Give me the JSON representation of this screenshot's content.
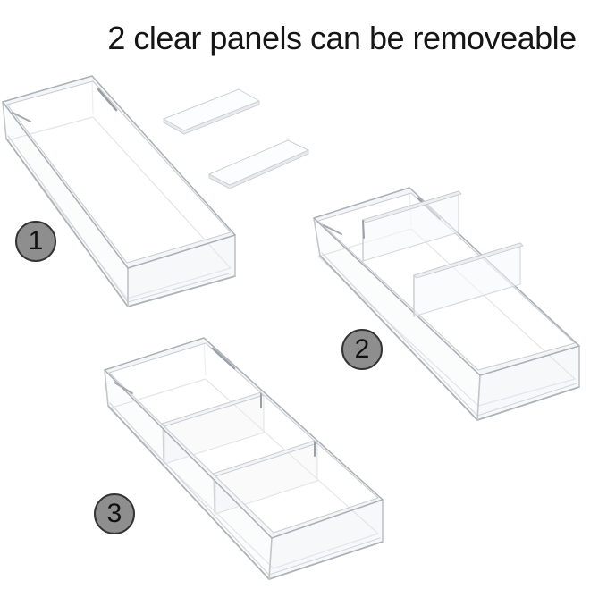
{
  "title": {
    "text": "2 clear panels can be removeable"
  },
  "badges": [
    {
      "label": "1"
    },
    {
      "label": "2"
    },
    {
      "label": "3"
    }
  ],
  "illustration": {
    "step1_name": "empty acrylic tray",
    "step2_name": "tray with two clear divider panels being inserted",
    "step3_name": "tray with divider panels installed (three compartments)",
    "panels_name": "two removable clear panels"
  },
  "colors": {
    "bg": "#ffffff",
    "badge-fill": "#8e8e8e",
    "badge-border": "#333333",
    "title": "#151515",
    "acrylic-edge": "#aab0b6",
    "acrylic-edge-light": "#c8ccd1",
    "rim-fill": "#f4f5f7"
  }
}
